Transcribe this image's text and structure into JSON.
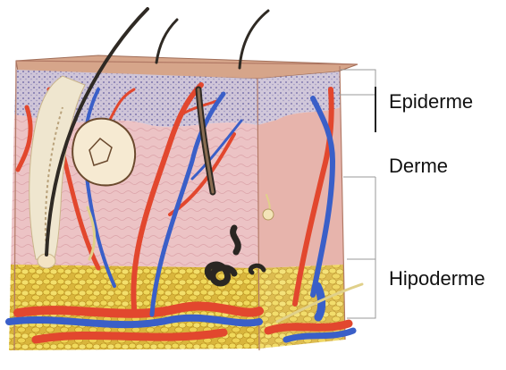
{
  "labels": {
    "epidermis": "Epiderme",
    "dermis": "Derme",
    "hypodermis": "Hipoderme"
  },
  "colors": {
    "background": "#ffffff",
    "epidermis_surface": "#d9a98f",
    "epidermis_texture": "#8a84b8",
    "dermis": "#ecc2c4",
    "dermis_side": "#e8b9b2",
    "hypodermis_fat": "#e8cc45",
    "artery": "#e2472e",
    "vein": "#3a5fc8",
    "hair": "#2f2a24",
    "gland": "#2a2622",
    "bracket_line": "#222222"
  }
}
